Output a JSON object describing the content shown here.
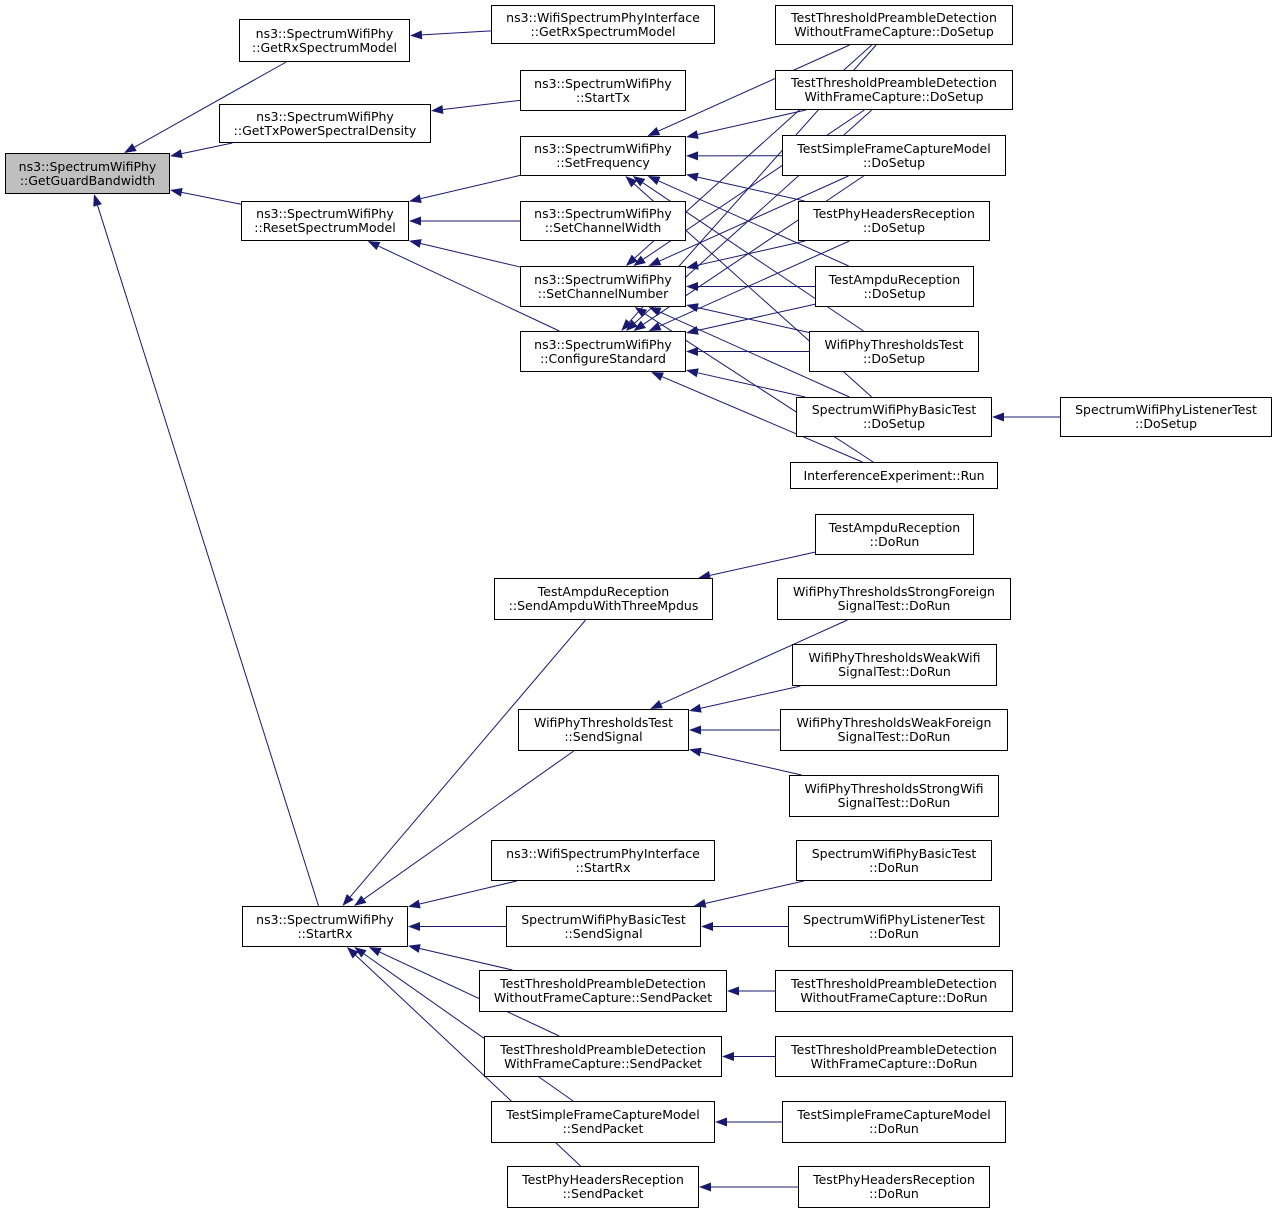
{
  "colors": {
    "edge": "#191970",
    "root_fill": "#bfbfbf",
    "node_fill": "#ffffff",
    "border": "#000000"
  },
  "nodes": {
    "root": {
      "l1": "ns3::SpectrumWifiPhy",
      "l2": "::GetGuardBandwidth"
    },
    "getrxsm": {
      "l1": "ns3::SpectrumWifiPhy",
      "l2": "::GetRxSpectrumModel"
    },
    "gettxpsd": {
      "l1": "ns3::SpectrumWifiPhy",
      "l2": "::GetTxPowerSpectralDensity"
    },
    "resetsm": {
      "l1": "ns3::SpectrumWifiPhy",
      "l2": "::ResetSpectrumModel"
    },
    "startrx": {
      "l1": "ns3::SpectrumWifiPhy",
      "l2": "::StartRx"
    },
    "ifgetrxsm": {
      "l1": "ns3::WifiSpectrumPhyInterface",
      "l2": "::GetRxSpectrumModel"
    },
    "starttx": {
      "l1": "ns3::SpectrumWifiPhy",
      "l2": "::StartTx"
    },
    "setfreq": {
      "l1": "ns3::SpectrumWifiPhy",
      "l2": "::SetFrequency"
    },
    "setcw": {
      "l1": "ns3::SpectrumWifiPhy",
      "l2": "::SetChannelWidth"
    },
    "setcn": {
      "l1": "ns3::SpectrumWifiPhy",
      "l2": "::SetChannelNumber"
    },
    "confstd": {
      "l1": "ns3::SpectrumWifiPhy",
      "l2": "::ConfigureStandard"
    },
    "tpdwo": {
      "l1": "TestThresholdPreambleDetection",
      "l2": "WithoutFrameCapture::DoSetup"
    },
    "tpdw": {
      "l1": "TestThresholdPreambleDetection",
      "l2": "WithFrameCapture::DoSetup"
    },
    "tsfcm": {
      "l1": "TestSimpleFrameCaptureModel",
      "l2": "::DoSetup"
    },
    "tphr": {
      "l1": "TestPhyHeadersReception",
      "l2": "::DoSetup"
    },
    "tar": {
      "l1": "TestAmpduReception",
      "l2": "::DoSetup"
    },
    "wptt": {
      "l1": "WifiPhyThresholdsTest",
      "l2": "::DoSetup"
    },
    "swpbt": {
      "l1": "SpectrumWifiPhyBasicTest",
      "l2": "::DoSetup"
    },
    "swplt": {
      "l1": "SpectrumWifiPhyListenerTest",
      "l2": "::DoSetup"
    },
    "ierun": {
      "l1": "InterferenceExperiment::Run",
      "l2": ""
    },
    "tar_dorun": {
      "l1": "TestAmpduReception",
      "l2": "::DoRun"
    },
    "tar_send": {
      "l1": "TestAmpduReception",
      "l2": "::SendAmpduWithThreeMpdus"
    },
    "sfs_dorun": {
      "l1": "WifiPhyThresholdsStrongForeign",
      "l2": "SignalTest::DoRun"
    },
    "wws_dorun": {
      "l1": "WifiPhyThresholdsWeakWifi",
      "l2": "SignalTest::DoRun"
    },
    "wpt_send": {
      "l1": "WifiPhyThresholdsTest",
      "l2": "::SendSignal"
    },
    "wfs_dorun": {
      "l1": "WifiPhyThresholdsWeakForeign",
      "l2": "SignalTest::DoRun"
    },
    "sws_dorun": {
      "l1": "WifiPhyThresholdsStrongWifi",
      "l2": "SignalTest::DoRun"
    },
    "ifstartrx": {
      "l1": "ns3::WifiSpectrumPhyInterface",
      "l2": "::StartRx"
    },
    "swpbt_dorun": {
      "l1": "SpectrumWifiPhyBasicTest",
      "l2": "::DoRun"
    },
    "swpbt_send": {
      "l1": "SpectrumWifiPhyBasicTest",
      "l2": "::SendSignal"
    },
    "swplt_dorun": {
      "l1": "SpectrumWifiPhyListenerTest",
      "l2": "::DoRun"
    },
    "tpdwo_send": {
      "l1": "TestThresholdPreambleDetection",
      "l2": "WithoutFrameCapture::SendPacket"
    },
    "tpdwo_dorun": {
      "l1": "TestThresholdPreambleDetection",
      "l2": "WithoutFrameCapture::DoRun"
    },
    "tpdw_send": {
      "l1": "TestThresholdPreambleDetection",
      "l2": "WithFrameCapture::SendPacket"
    },
    "tpdw_dorun": {
      "l1": "TestThresholdPreambleDetection",
      "l2": "WithFrameCapture::DoRun"
    },
    "tsfcm_send": {
      "l1": "TestSimpleFrameCaptureModel",
      "l2": "::SendPacket"
    },
    "tsfcm_dorun": {
      "l1": "TestSimpleFrameCaptureModel",
      "l2": "::DoRun"
    },
    "tphr_send": {
      "l1": "TestPhyHeadersReception",
      "l2": "::SendPacket"
    },
    "tphr_dorun": {
      "l1": "TestPhyHeadersReception",
      "l2": "::DoRun"
    }
  },
  "edges": [
    [
      "getrxsm",
      "root"
    ],
    [
      "gettxpsd",
      "root"
    ],
    [
      "resetsm",
      "root"
    ],
    [
      "startrx",
      "root"
    ],
    [
      "ifgetrxsm",
      "getrxsm"
    ],
    [
      "starttx",
      "gettxpsd"
    ],
    [
      "setfreq",
      "resetsm"
    ],
    [
      "setcw",
      "resetsm"
    ],
    [
      "setcn",
      "resetsm"
    ],
    [
      "confstd",
      "resetsm"
    ],
    [
      "tpdwo",
      "setfreq"
    ],
    [
      "tpdw",
      "setfreq"
    ],
    [
      "tsfcm",
      "setfreq"
    ],
    [
      "tphr",
      "setfreq"
    ],
    [
      "tar",
      "setfreq"
    ],
    [
      "wptt",
      "setfreq"
    ],
    [
      "swpbt",
      "setfreq"
    ],
    [
      "tpdwo",
      "setcn"
    ],
    [
      "tpdw",
      "setcn"
    ],
    [
      "tsfcm",
      "setcn"
    ],
    [
      "tphr",
      "setcn"
    ],
    [
      "tar",
      "setcn"
    ],
    [
      "wptt",
      "setcn"
    ],
    [
      "swpbt",
      "setcn"
    ],
    [
      "ierun",
      "setcn"
    ],
    [
      "tpdwo",
      "confstd"
    ],
    [
      "tpdw",
      "confstd"
    ],
    [
      "tsfcm",
      "confstd"
    ],
    [
      "tphr",
      "confstd"
    ],
    [
      "tar",
      "confstd"
    ],
    [
      "wptt",
      "confstd"
    ],
    [
      "swpbt",
      "confstd"
    ],
    [
      "ierun",
      "confstd"
    ],
    [
      "swplt",
      "swpbt"
    ],
    [
      "tar_send",
      "startrx"
    ],
    [
      "wpt_send",
      "startrx"
    ],
    [
      "ifstartrx",
      "startrx"
    ],
    [
      "swpbt_send",
      "startrx"
    ],
    [
      "tpdwo_send",
      "startrx"
    ],
    [
      "tpdw_send",
      "startrx"
    ],
    [
      "tsfcm_send",
      "startrx"
    ],
    [
      "tphr_send",
      "startrx"
    ],
    [
      "tar_dorun",
      "tar_send"
    ],
    [
      "sfs_dorun",
      "wpt_send"
    ],
    [
      "wws_dorun",
      "wpt_send"
    ],
    [
      "wfs_dorun",
      "wpt_send"
    ],
    [
      "sws_dorun",
      "wpt_send"
    ],
    [
      "swpbt_dorun",
      "swpbt_send"
    ],
    [
      "swplt_dorun",
      "swpbt_send"
    ],
    [
      "tpdwo_dorun",
      "tpdwo_send"
    ],
    [
      "tpdw_dorun",
      "tpdw_send"
    ],
    [
      "tsfcm_dorun",
      "tsfcm_send"
    ],
    [
      "tphr_dorun",
      "tphr_send"
    ]
  ]
}
